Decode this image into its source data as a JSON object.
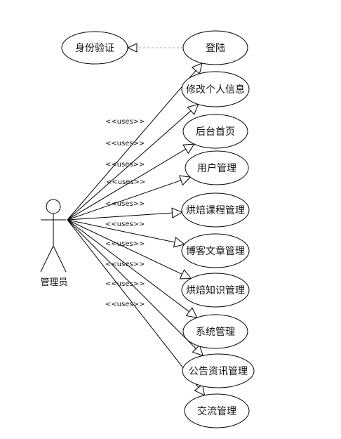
{
  "actor": {
    "label": "管理员"
  },
  "include_target": {
    "label": "身份验证"
  },
  "use_cases": [
    {
      "label": "登陆"
    },
    {
      "label": "修改个人信息"
    },
    {
      "label": "后台首页"
    },
    {
      "label": "用户管理"
    },
    {
      "label": "烘焙课程管理"
    },
    {
      "label": "博客文章管理"
    },
    {
      "label": "烘焙知识管理"
    },
    {
      "label": "系统管理"
    },
    {
      "label": "公告资讯管理"
    },
    {
      "label": "交流管理"
    }
  ],
  "association_labels": [
    "<<uses>>",
    "<<uses>>",
    "<<uses>>",
    "<<uses>>",
    "<<uses>>",
    "<<uses>>",
    "<<uses>>",
    "<<uses>>",
    "<<uses>>",
    "<<uses>>"
  ],
  "colors": {
    "stroke": "#000000",
    "dashed": "#aaaaaa",
    "background": "#ffffff"
  }
}
